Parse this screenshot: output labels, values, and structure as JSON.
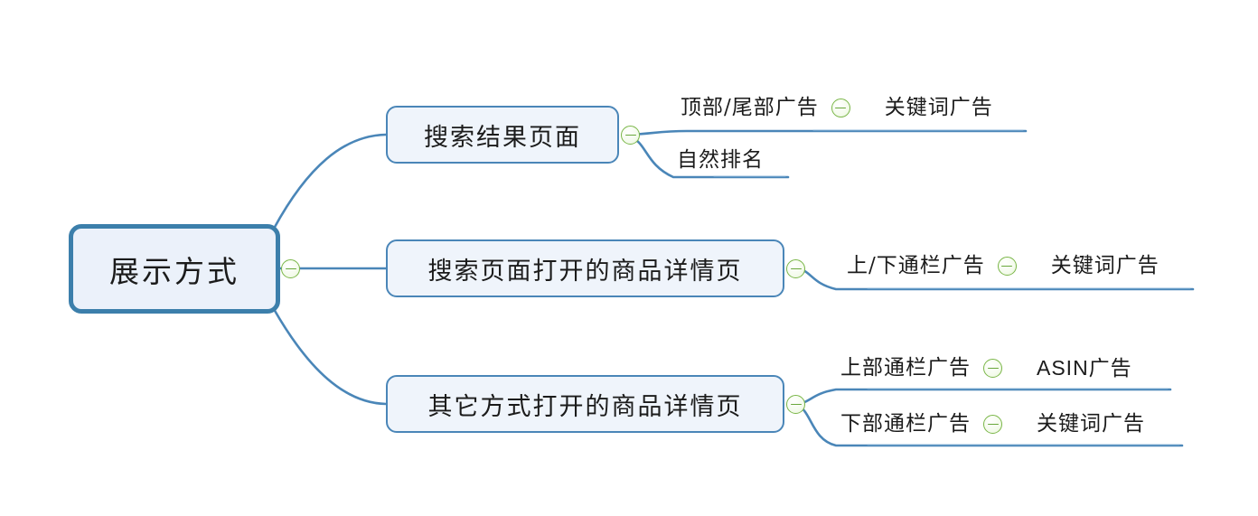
{
  "diagram": {
    "type": "mind-map",
    "title_text": "展示方式",
    "orientation": "left-to-right",
    "colors": {
      "node_border": "#4a86b8",
      "root_border": "#3c7fab",
      "node_fill": "#eff4fb",
      "connector": "#4a86b8",
      "collapse_icon": "#7ab648",
      "text": "#1b1b1b",
      "background": "#ffffff"
    }
  },
  "root": {
    "label": "展示方式",
    "collapse_icon": "minus-circle-icon"
  },
  "branches": [
    {
      "label": "搜索结果页面",
      "collapse_icon": "minus-circle-icon",
      "children": [
        {
          "label": "顶部/尾部广告",
          "collapse_icon": "minus-circle-icon",
          "children": [
            {
              "label": "关键词广告"
            }
          ]
        },
        {
          "label": "自然排名",
          "children": []
        }
      ]
    },
    {
      "label": "搜索页面打开的商品详情页",
      "collapse_icon": "minus-circle-icon",
      "children": [
        {
          "label": "上/下通栏广告",
          "collapse_icon": "minus-circle-icon",
          "children": [
            {
              "label": "关键词广告"
            }
          ]
        }
      ]
    },
    {
      "label": "其它方式打开的商品详情页",
      "collapse_icon": "minus-circle-icon",
      "children": [
        {
          "label": "上部通栏广告",
          "collapse_icon": "minus-circle-icon",
          "children": [
            {
              "label": "ASIN广告"
            }
          ]
        },
        {
          "label": "下部通栏广告",
          "collapse_icon": "minus-circle-icon",
          "children": [
            {
              "label": "关键词广告"
            }
          ]
        }
      ]
    }
  ]
}
